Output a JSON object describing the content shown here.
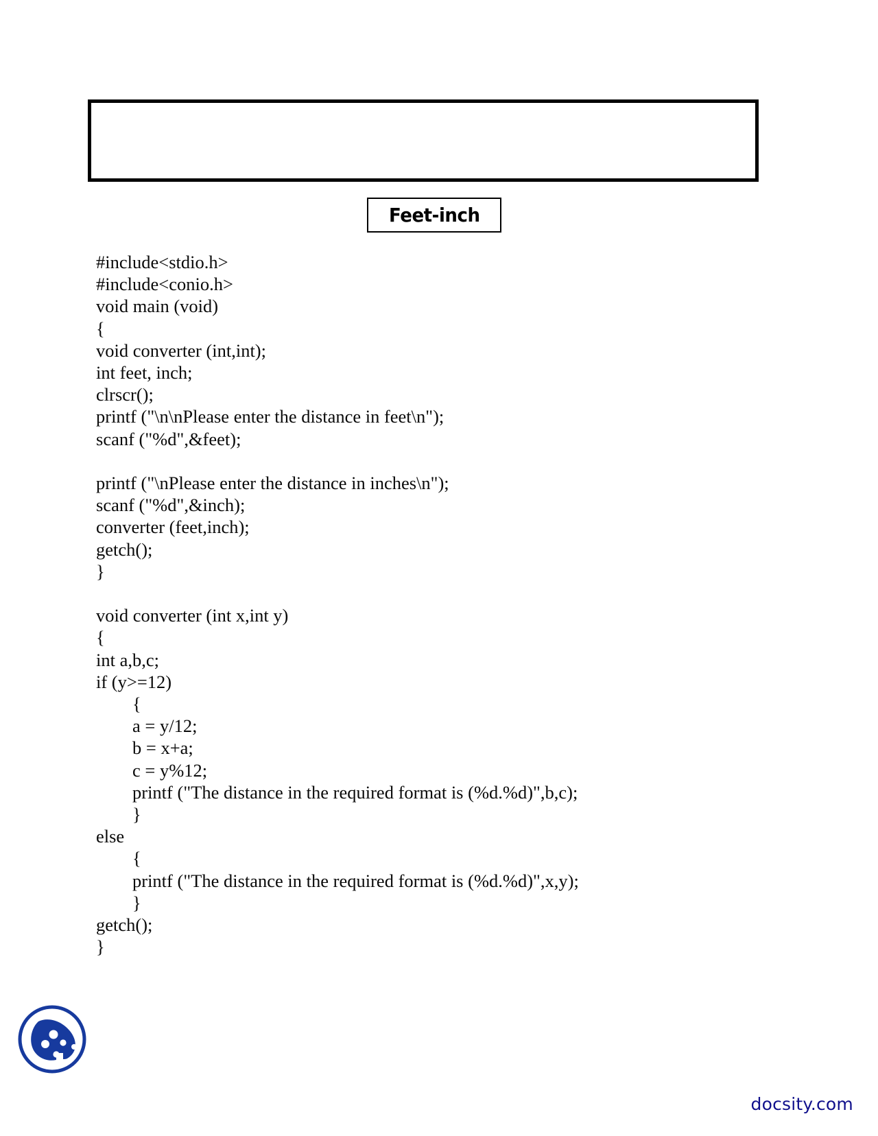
{
  "document": {
    "title_chip": "Feet-inch",
    "header_box": {
      "content": "",
      "note": "empty bordered box"
    },
    "code_lines": [
      "#include<stdio.h>",
      "#include<conio.h>",
      "void main (void)",
      "{",
      "void converter (int,int);",
      "int feet, inch;",
      "clrscr();",
      "printf (\"\\n\\nPlease enter the distance in feet\\n\");",
      "scanf (\"%d\",&feet);",
      "",
      "printf (\"\\nPlease enter the distance in inches\\n\");",
      "scanf (\"%d\",&inch);",
      "converter (feet,inch);",
      "getch();",
      "}",
      "",
      "void converter (int x,int y)",
      "{",
      "int a,b,c;",
      "if (y>=12)",
      "        {",
      "        a = y/12;",
      "        b = x+a;",
      "        c = y%12;",
      "        printf (\"The distance in the required format is (%d.%d)\",b,c);",
      "        }",
      "else",
      "        {",
      "        printf (\"The distance in the required format is (%d.%d)\",x,y);",
      "        }",
      "getch();",
      "}"
    ]
  },
  "branding": {
    "watermark_text": "docsity.com",
    "logo_name": "docsity-cookie-logo",
    "brand_color": "#10108c",
    "logo_color": "#173a9e"
  }
}
